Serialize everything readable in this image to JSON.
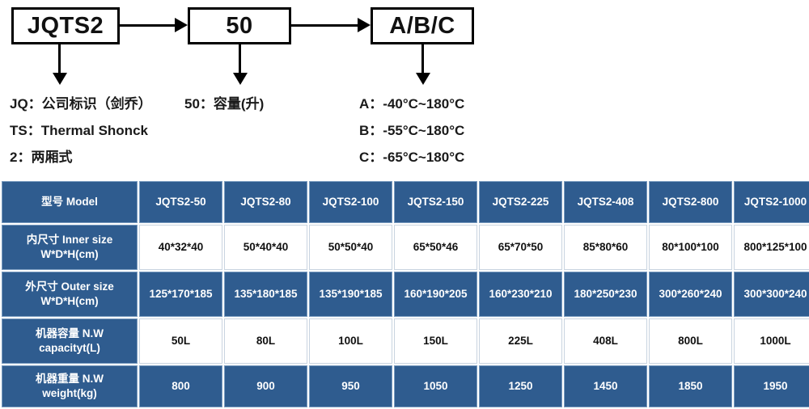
{
  "diagram": {
    "boxes": [
      {
        "name": "model-prefix",
        "text": "JQTS2"
      },
      {
        "name": "volume-code",
        "text": "50"
      },
      {
        "name": "temperature-code",
        "text": "A/B/C"
      }
    ],
    "legend_left": [
      "JQ：公司标识（剑乔）",
      "TS：Thermal Shonck",
      "2：两厢式"
    ],
    "legend_mid": [
      "50：容量(升)"
    ],
    "legend_right": [
      "A：-40°C~180°C",
      "B：-55°C~180°C",
      "C：-65°C~180°C"
    ]
  },
  "table": {
    "rows": [
      {
        "label": [
          "型号 Model"
        ],
        "style": "blue",
        "cells": [
          "JQTS2-50",
          "JQTS2-80",
          "JQTS2-100",
          "JQTS2-150",
          "JQTS2-225",
          "JQTS2-408",
          "JQTS2-800",
          "JQTS2-1000"
        ]
      },
      {
        "label": [
          "内尺寸 Inner size",
          "W*D*H(cm)"
        ],
        "style": "white",
        "cells": [
          "40*32*40",
          "50*40*40",
          "50*50*40",
          "65*50*46",
          "65*70*50",
          "85*80*60",
          "80*100*100",
          "800*125*100"
        ]
      },
      {
        "label": [
          "外尺寸 Outer size",
          "W*D*H(cm)"
        ],
        "style": "blue",
        "cells": [
          "125*170*185",
          "135*180*185",
          "135*190*185",
          "160*190*205",
          "160*230*210",
          "180*250*230",
          "300*260*240",
          "300*300*240"
        ]
      },
      {
        "label": [
          "机器容量 N.W",
          "capacityt(L)"
        ],
        "style": "white",
        "cells": [
          "50L",
          "80L",
          "100L",
          "150L",
          "225L",
          "408L",
          "800L",
          "1000L"
        ]
      },
      {
        "label": [
          "机器重量 N.W",
          "weight(kg)"
        ],
        "style": "blue",
        "cells": [
          "800",
          "900",
          "950",
          "1050",
          "1250",
          "1450",
          "1850",
          "1950"
        ]
      }
    ]
  },
  "colors": {
    "table_blue": "#2f5c8f",
    "table_blue_border": "#7a9cc0",
    "white_cell_border": "#c9d4e0",
    "diagram_line": "#000000",
    "text_dark": "#1a1a1a"
  }
}
